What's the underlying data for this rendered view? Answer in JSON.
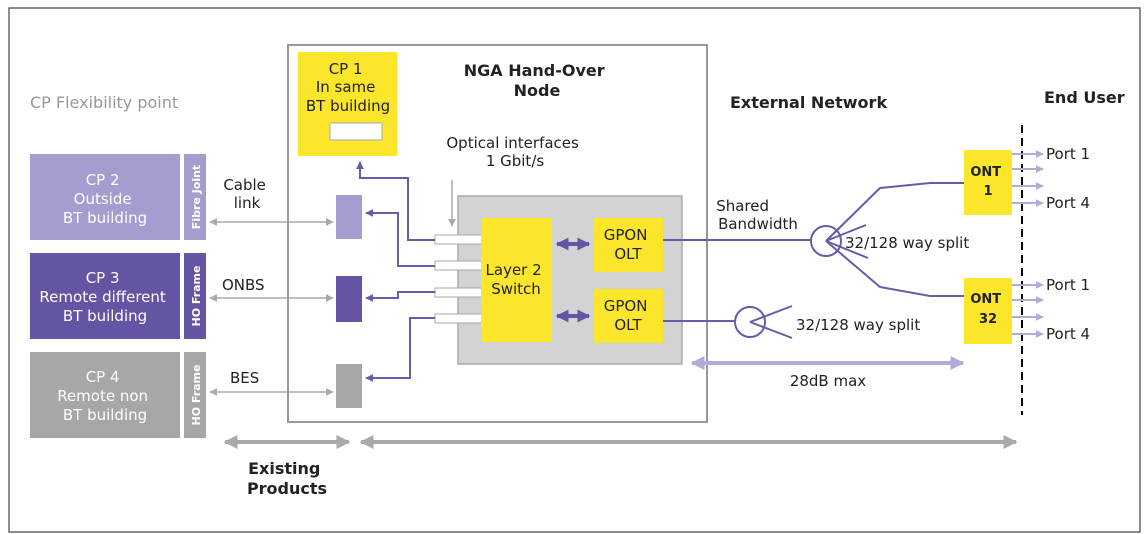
{
  "colors": {
    "purple_light": "#a59ccf",
    "purple_dark": "#6553a4",
    "purple_line": "#6a5aa8",
    "purple_arrow": "#b3aad9",
    "gray": "#a7a7a7",
    "gray_panel": "#d3d3d3",
    "gray_line": "#aaaaaa",
    "yellow": "#fbe62b",
    "border": "#666666"
  },
  "labels": {
    "cp_flex": "CP Flexibility point",
    "cp1": [
      "CP 1",
      "In same",
      "BT building"
    ],
    "nga": [
      "NGA Hand-Over",
      "Node"
    ],
    "external": "External Network",
    "end_user": "End User",
    "optical": [
      "Optical interfaces",
      "1 Gbit/s"
    ],
    "cp2": [
      "CP 2",
      "Outside",
      "BT building"
    ],
    "cp3": [
      "CP 3",
      "Remote different",
      "BT building"
    ],
    "cp4": [
      "CP 4",
      "Remote non",
      "BT building"
    ],
    "tab_fibre": "Fibre Joint",
    "tab_ho1": "HO Frame",
    "tab_ho2": "HO Frame",
    "cable": [
      "Cable",
      "link"
    ],
    "onbs": "ONBS",
    "bes": "BES",
    "layer2": [
      "Layer 2",
      "Switch"
    ],
    "gpon1": [
      "GPON",
      "OLT"
    ],
    "gpon2": [
      "GPON",
      "OLT"
    ],
    "shared": [
      "Shared",
      "Bandwidth"
    ],
    "split1": "32/128 way split",
    "split2": "32/128 way split",
    "ont1": [
      "ONT",
      "1"
    ],
    "ont32": [
      "ONT",
      "32"
    ],
    "port1a": "Port 1",
    "port4a": "Port 4",
    "port1b": "Port 1",
    "port4b": "Port 4",
    "db": "28dB max",
    "existing": [
      "Existing",
      "Products"
    ]
  }
}
